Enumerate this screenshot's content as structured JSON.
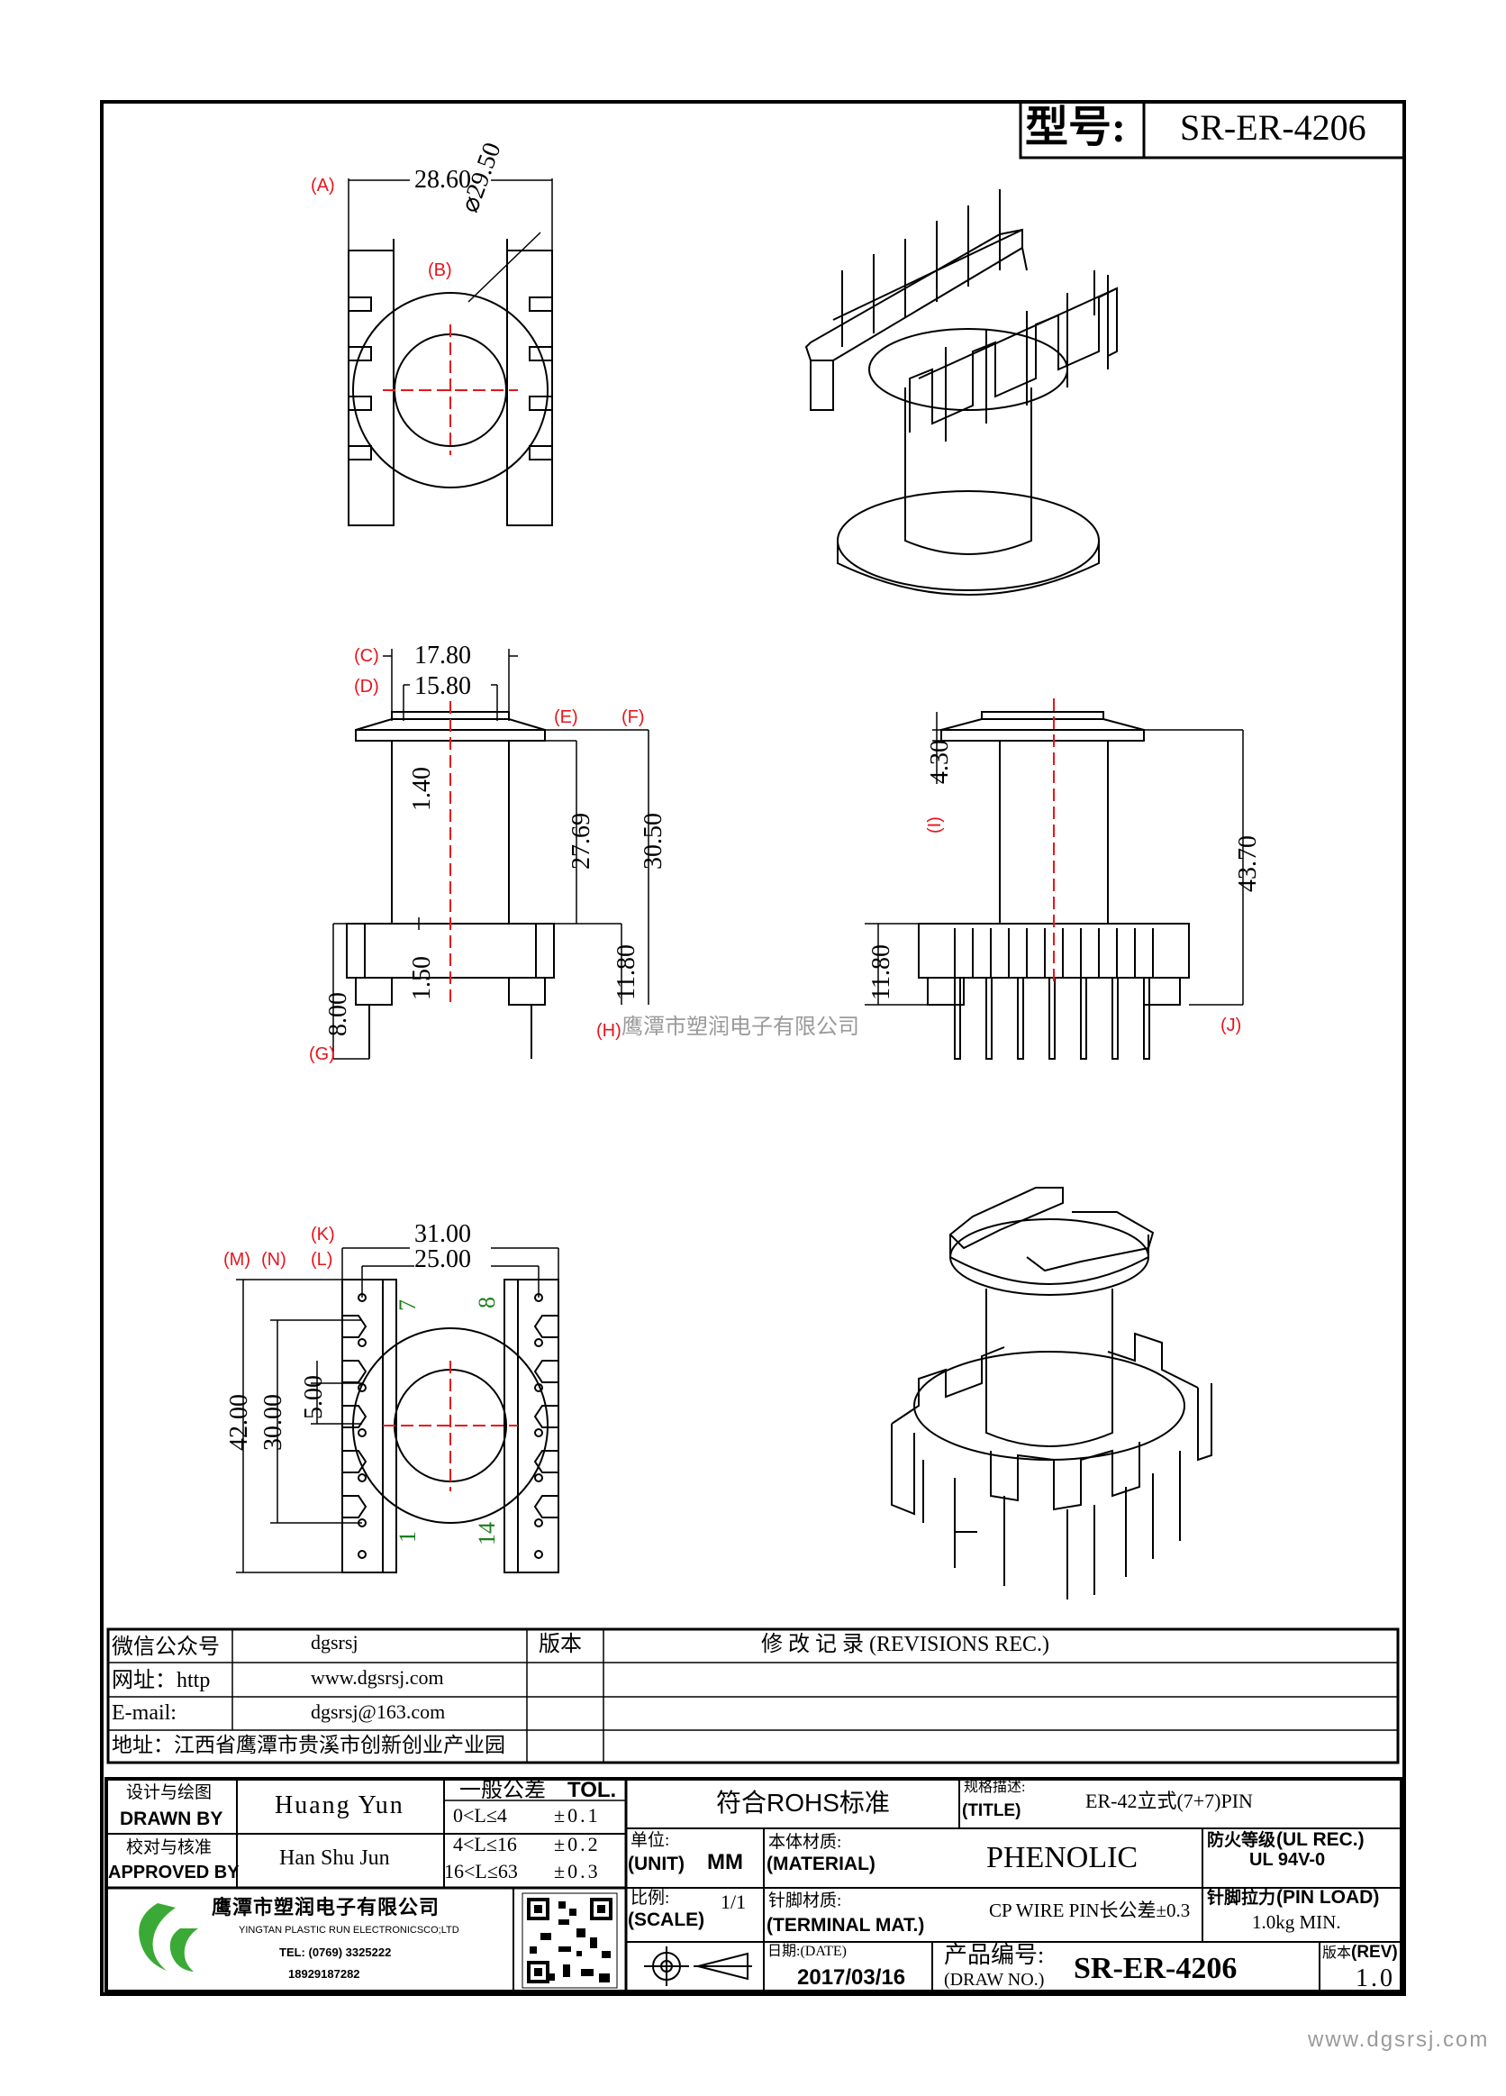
{
  "model": {
    "label": "型号:",
    "value": "SR-ER-4206"
  },
  "top_view": {
    "width_label": "(A)",
    "width_value": "28.60",
    "dia_label": "(B)",
    "dia_value": "⌀29.50"
  },
  "front_view": {
    "dim_c_label": "(C)",
    "dim_c_value": "17.80",
    "dim_d_label": "(D)",
    "dim_d_value": "15.80",
    "dim_e_label": "(E)",
    "dim_f_label": "(F)",
    "dim_140": "1.40",
    "dim_2769": "27.69",
    "dim_3050": "30.50",
    "dim_150": "1.50",
    "dim_1180": "11.80",
    "dim_800": "8.00",
    "dim_g_label": "(G)",
    "dim_h_label": "(H)"
  },
  "watermark_text": "鹰潭市塑润电子有限公司",
  "side_view": {
    "dim_430": "4.30",
    "dim_i_label": "(I)",
    "dim_4370": "43.70",
    "dim_1180": "11.80",
    "dim_j_label": "(J)"
  },
  "bottom_view": {
    "dim_k_label": "(K)",
    "dim_k_value": "31.00",
    "dim_m_label": "(M)",
    "dim_n_label": "(N)",
    "dim_l_label": "(L)",
    "dim_l_value": "25.00",
    "dim_4200": "42.00",
    "dim_3000": "30.00",
    "dim_500": "5.00",
    "pin_7": "7",
    "pin_8": "8",
    "pin_1": "1",
    "pin_14": "14"
  },
  "contact": {
    "wechat_label": "微信公众号",
    "wechat_value": "dgsrsj",
    "web_label": "网址：http",
    "web_value": "www.dgsrsj.com",
    "email_label": "E-mail:",
    "email_value": "dgsrsj@163.com",
    "address": "地址：江西省鹰潭市贵溪市创新创业产业园",
    "version_header": "版本",
    "revisions_header": "修 改 记 录 (REVISIONS REC.)"
  },
  "title_block": {
    "design_cn": "设计与绘图",
    "drawn_by": "DRAWN BY",
    "designer": "Huang  Yun",
    "approve_cn": "校对与核准",
    "approved_by": "APPROVED BY",
    "approver": "Han Shu Jun",
    "tol_cn": "一般公差",
    "tol_en": "TOL.",
    "tol_rows": [
      {
        "range": "0<L≤4",
        "tol": "±0.1"
      },
      {
        "range": "4<L≤16",
        "tol": "±0.2"
      },
      {
        "range": "16<L≤63",
        "tol": "±0.3"
      }
    ],
    "rohs": "符合ROHS标准",
    "spec_cn": "规格描述:",
    "spec_en": "(TITLE)",
    "spec_value": "ER-42立式(7+7)PIN",
    "unit_cn": "单位:",
    "unit_en": "(UNIT)",
    "unit_value": "MM",
    "material_cn": "本体材质:",
    "material_en": "(MATERIAL)",
    "material_value": "PHENOLIC",
    "ul_cn": "防火等级",
    "ul_en": "(UL REC.)",
    "ul_value": "UL 94V-0",
    "scale_cn": "比例:",
    "scale_en": "(SCALE)",
    "scale_value": "1/1",
    "terminal_cn": "针脚材质:",
    "terminal_en": "(TERMINAL MAT.)",
    "terminal_value": "CP WIRE  PIN长公差±0.3",
    "pinload_cn": "针脚拉力",
    "pinload_en": "(PIN LOAD)",
    "pinload_value": "1.0kg MIN.",
    "date_cn": "日期:(DATE)",
    "date_value": "2017/03/16",
    "drawno_cn": "产品编号:",
    "drawno_en": "(DRAW NO.)",
    "drawno_value": "SR-ER-4206",
    "rev_cn": "版本",
    "rev_en": "(REV)",
    "rev_value": "1.0",
    "company_cn": "鹰潭市塑润电子有限公司",
    "company_en": "YINGTAN PLASTIC RUN ELECTRONICSCO;LTD",
    "tel": "TEL: (0769) 3325222",
    "mobile": "18929187282"
  },
  "footer_url": "www.dgsrsj.com",
  "colors": {
    "line": "#000000",
    "center_line": "#e8141b",
    "pin_number": "#1a7f1a",
    "logo_green": "#3aa935"
  }
}
